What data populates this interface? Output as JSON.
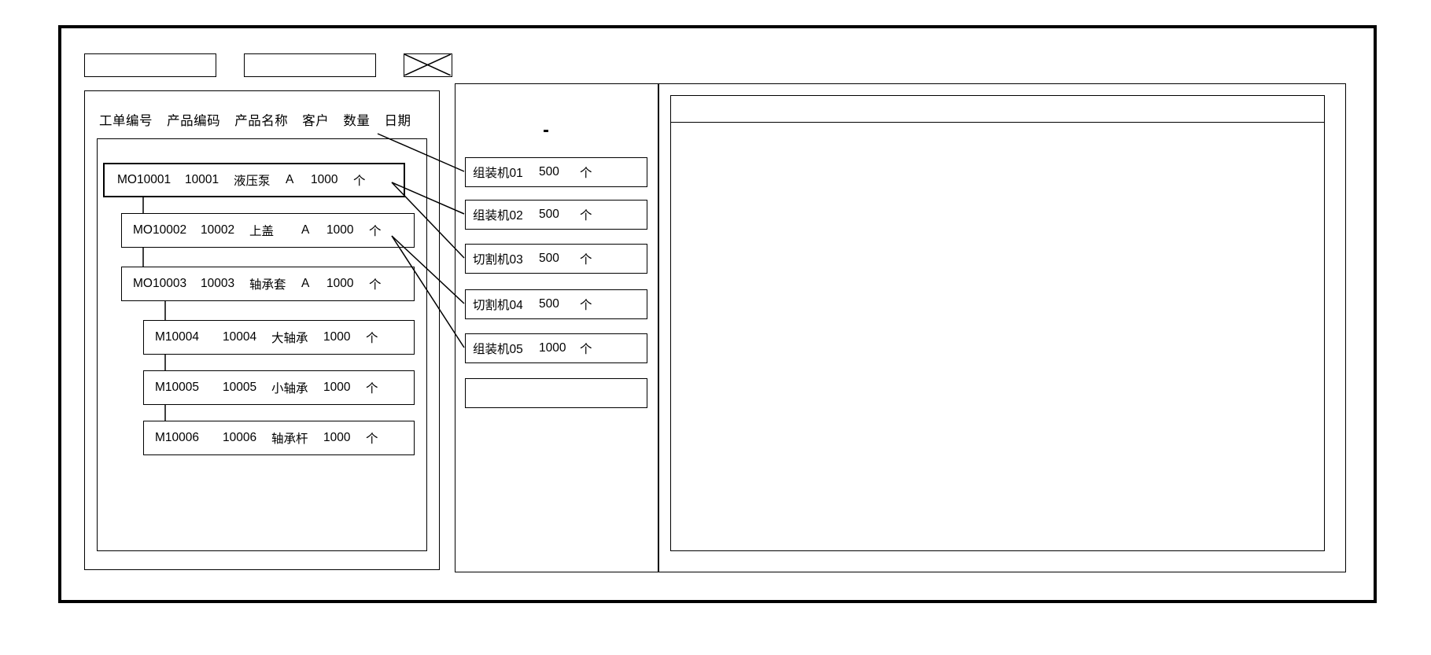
{
  "window": {
    "title": ""
  },
  "toolbar": {
    "items": [
      {
        "name": "toolbar-field-1",
        "label": "",
        "icon": "blank-box-icon"
      },
      {
        "name": "toolbar-field-2",
        "label": "",
        "icon": "blank-box-icon"
      },
      {
        "name": "toolbar-close",
        "label": "",
        "icon": "crossed-box-icon"
      }
    ]
  },
  "left_panel": {
    "name": "work-order-tree-panel",
    "headers": [
      "工单编号",
      "产品编码",
      "产品名称",
      "客户",
      "数量",
      "日期"
    ],
    "nodes": [
      {
        "level": 0,
        "order_no": "MO10001",
        "product_code": "10001",
        "product_name": "液压泵",
        "customer": "A",
        "quantity": "1000",
        "unit": "个",
        "date": ""
      },
      {
        "level": 1,
        "order_no": "MO10002",
        "product_code": "10002",
        "product_name": "上盖",
        "customer": "A",
        "quantity": "1000",
        "unit": "个",
        "date": ""
      },
      {
        "level": 1,
        "order_no": "MO10003",
        "product_code": "10003",
        "product_name": "轴承套",
        "customer": "A",
        "quantity": "1000",
        "unit": "个",
        "date": ""
      },
      {
        "level": 2,
        "order_no": "M10004",
        "product_code": "10004",
        "product_name": "大轴承",
        "customer": "",
        "quantity": "1000",
        "unit": "个",
        "date": ""
      },
      {
        "level": 2,
        "order_no": "M10005",
        "product_code": "10005",
        "product_name": "小轴承",
        "customer": "",
        "quantity": "1000",
        "unit": "个",
        "date": ""
      },
      {
        "level": 2,
        "order_no": "M10006",
        "product_code": "10006",
        "product_name": "轴承杆",
        "customer": "",
        "quantity": "1000",
        "unit": "个",
        "date": ""
      }
    ]
  },
  "middle_panel": {
    "name": "machine-schedule-panel",
    "boxes": [
      {
        "machine": "组装机01",
        "quantity": "500",
        "unit": "个"
      },
      {
        "machine": "组装机02",
        "quantity": "500",
        "unit": "个"
      },
      {
        "machine": "切割机03",
        "quantity": "500",
        "unit": "个"
      },
      {
        "machine": "切割机04",
        "quantity": "500",
        "unit": "个"
      },
      {
        "machine": "组装机05",
        "quantity": "1000",
        "unit": "个"
      },
      {
        "machine": "",
        "quantity": "",
        "unit": ""
      }
    ]
  },
  "right_panel": {
    "name": "detail-grid-panel",
    "header_label": "",
    "body_label": ""
  },
  "colors": {
    "line": "#000000",
    "background": "#ffffff"
  }
}
